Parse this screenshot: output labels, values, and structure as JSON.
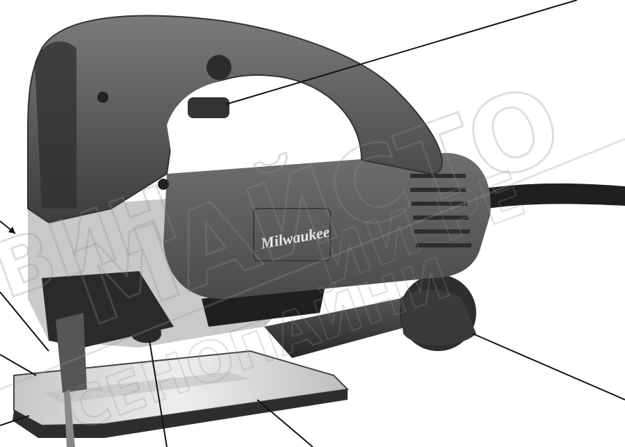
{
  "photo": {
    "subject": "jigsaw",
    "brand_logo_text": "Milwaukee"
  },
  "watermark": {
    "text_lines": [
      "ВИН",
      "МАЙСТО",
      "ИИ РЕ",
      "СЕНОПАЙНИ"
    ]
  },
  "colors": {
    "background": "#ffffff",
    "body_dark": "#3b3b3b",
    "body_mid": "#5a5a5a",
    "body_light": "#9a9a9a",
    "shoe_light": "#d8d8d8",
    "callout_line": "#111111"
  }
}
